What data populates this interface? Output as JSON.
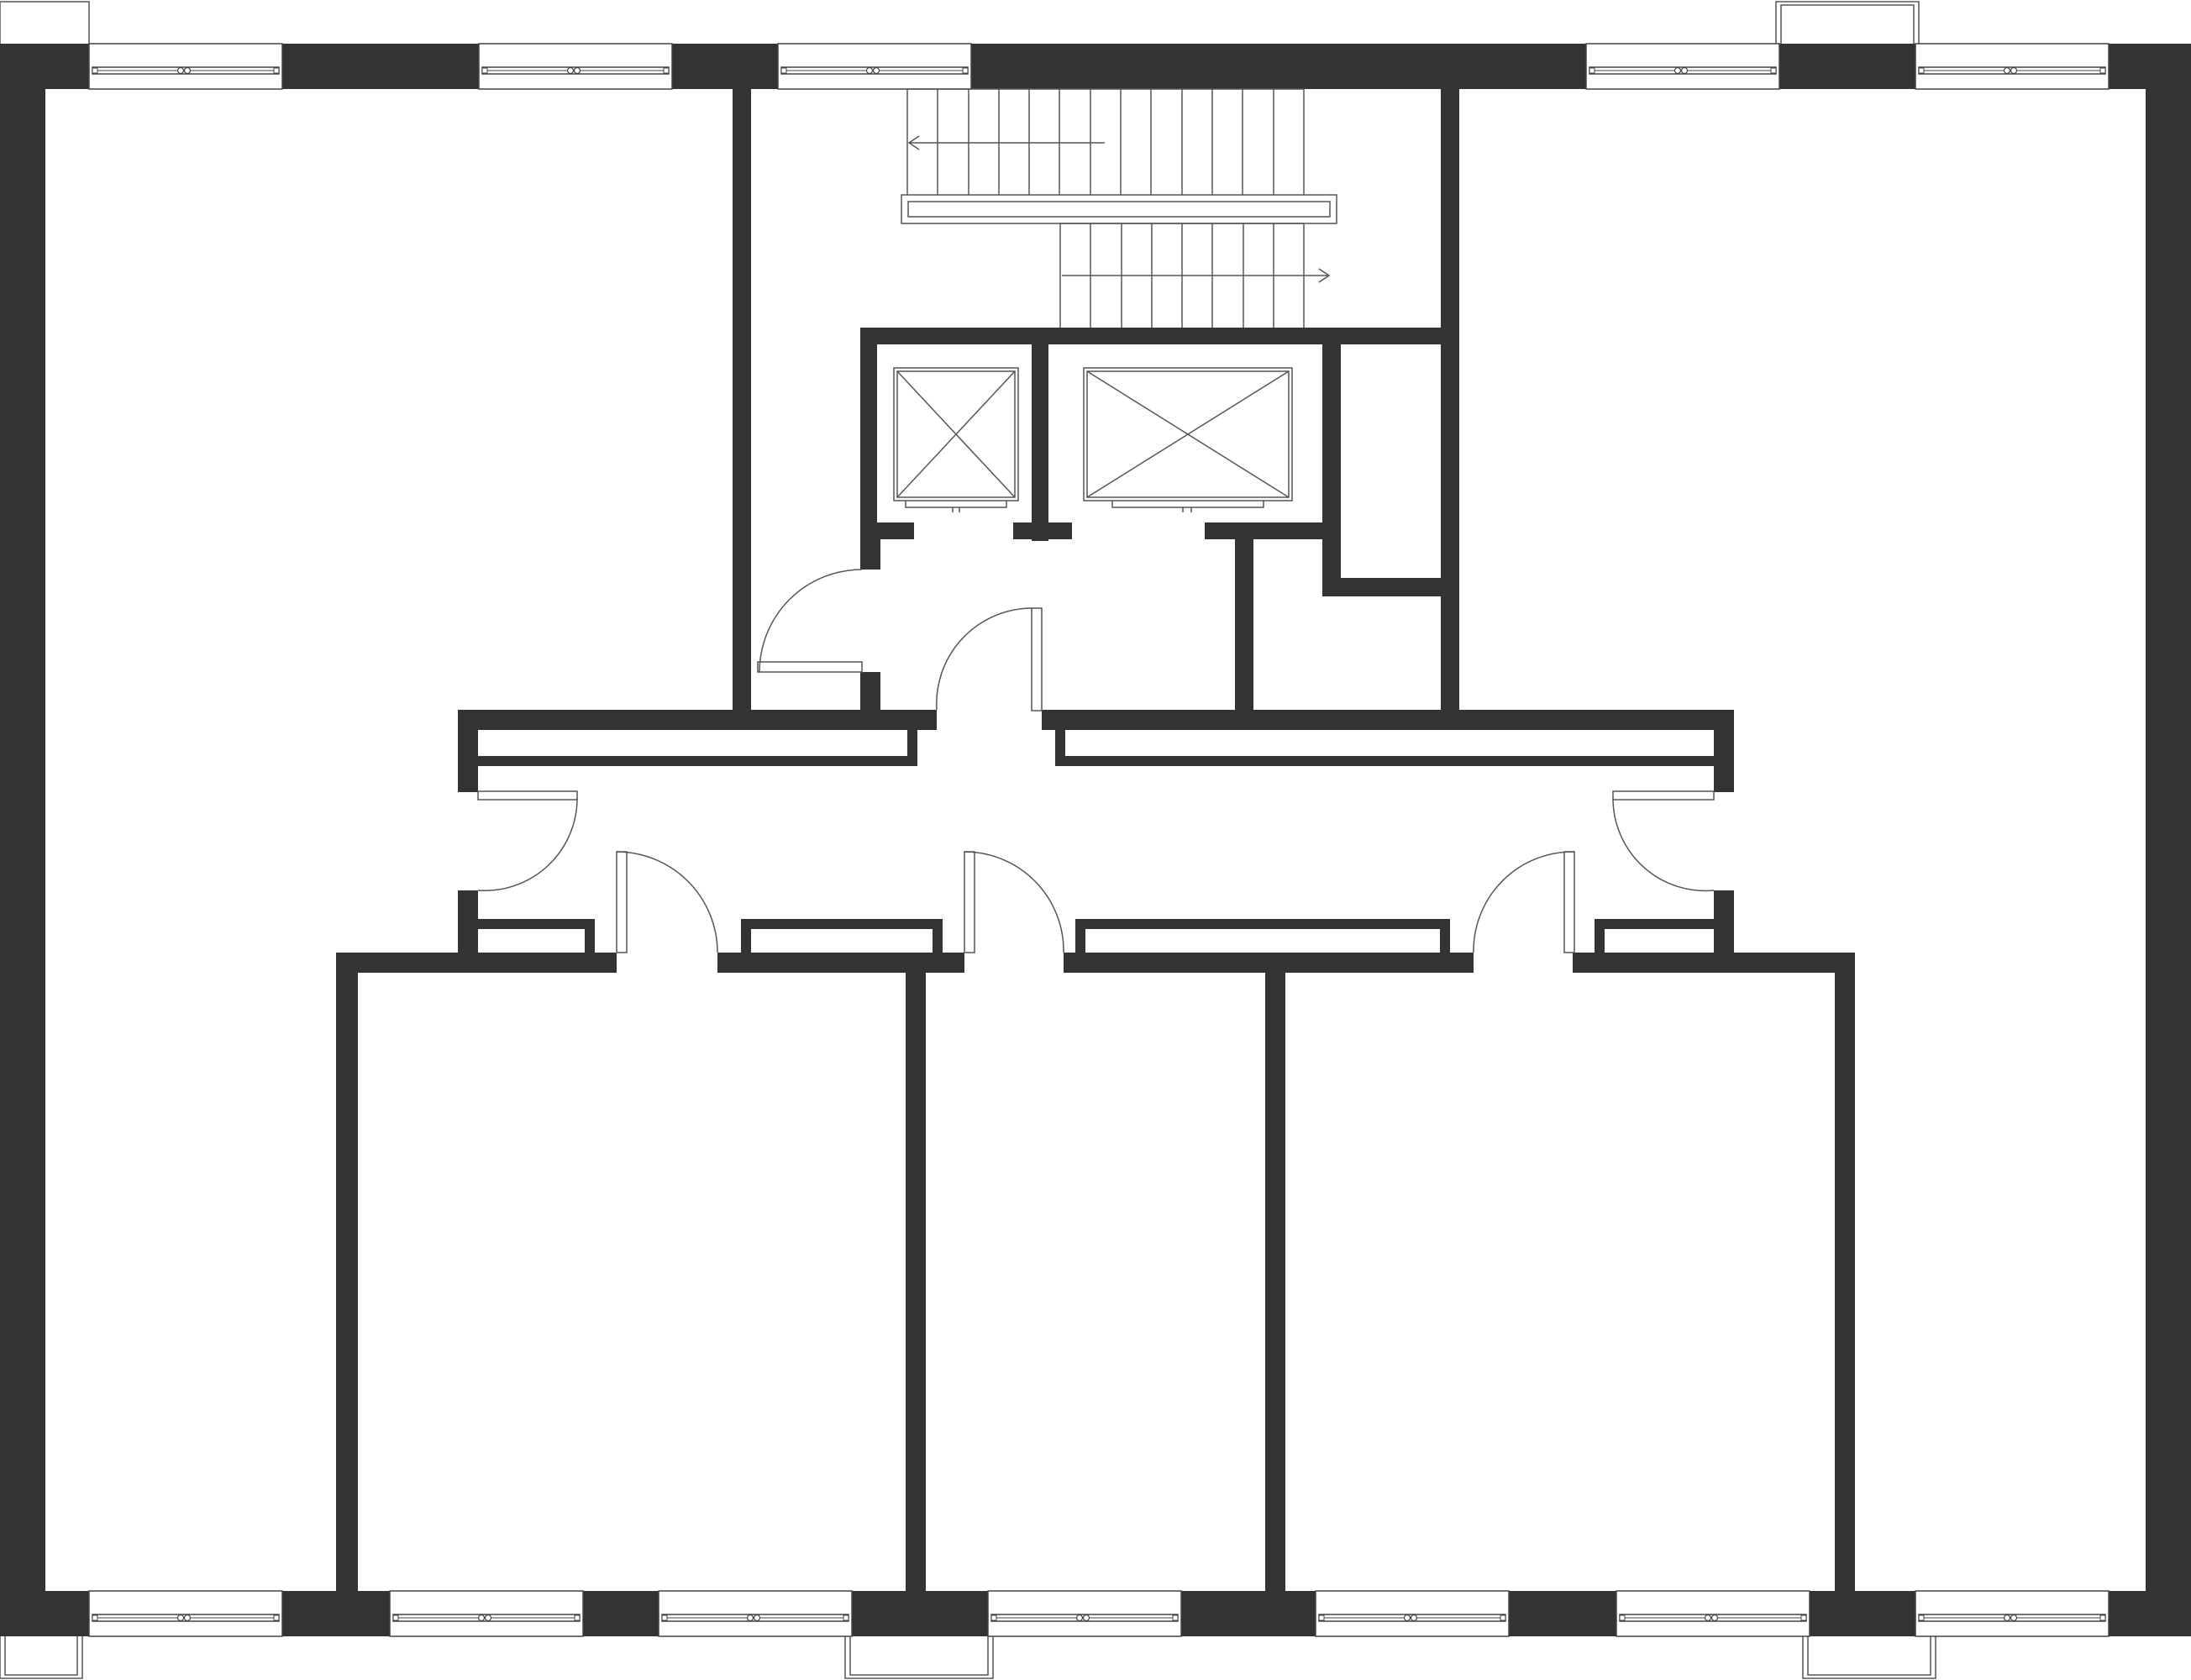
{
  "colors": {
    "wall": "#333333",
    "line": "#555555",
    "background": "#ffffff"
  },
  "elements": {
    "exterior_walls": "exterior-wall",
    "interior_walls": "interior-wall",
    "windows": "window",
    "balconies": "balcony",
    "doors": "door",
    "stairs": "staircase",
    "elevators": "elevator-shaft"
  }
}
